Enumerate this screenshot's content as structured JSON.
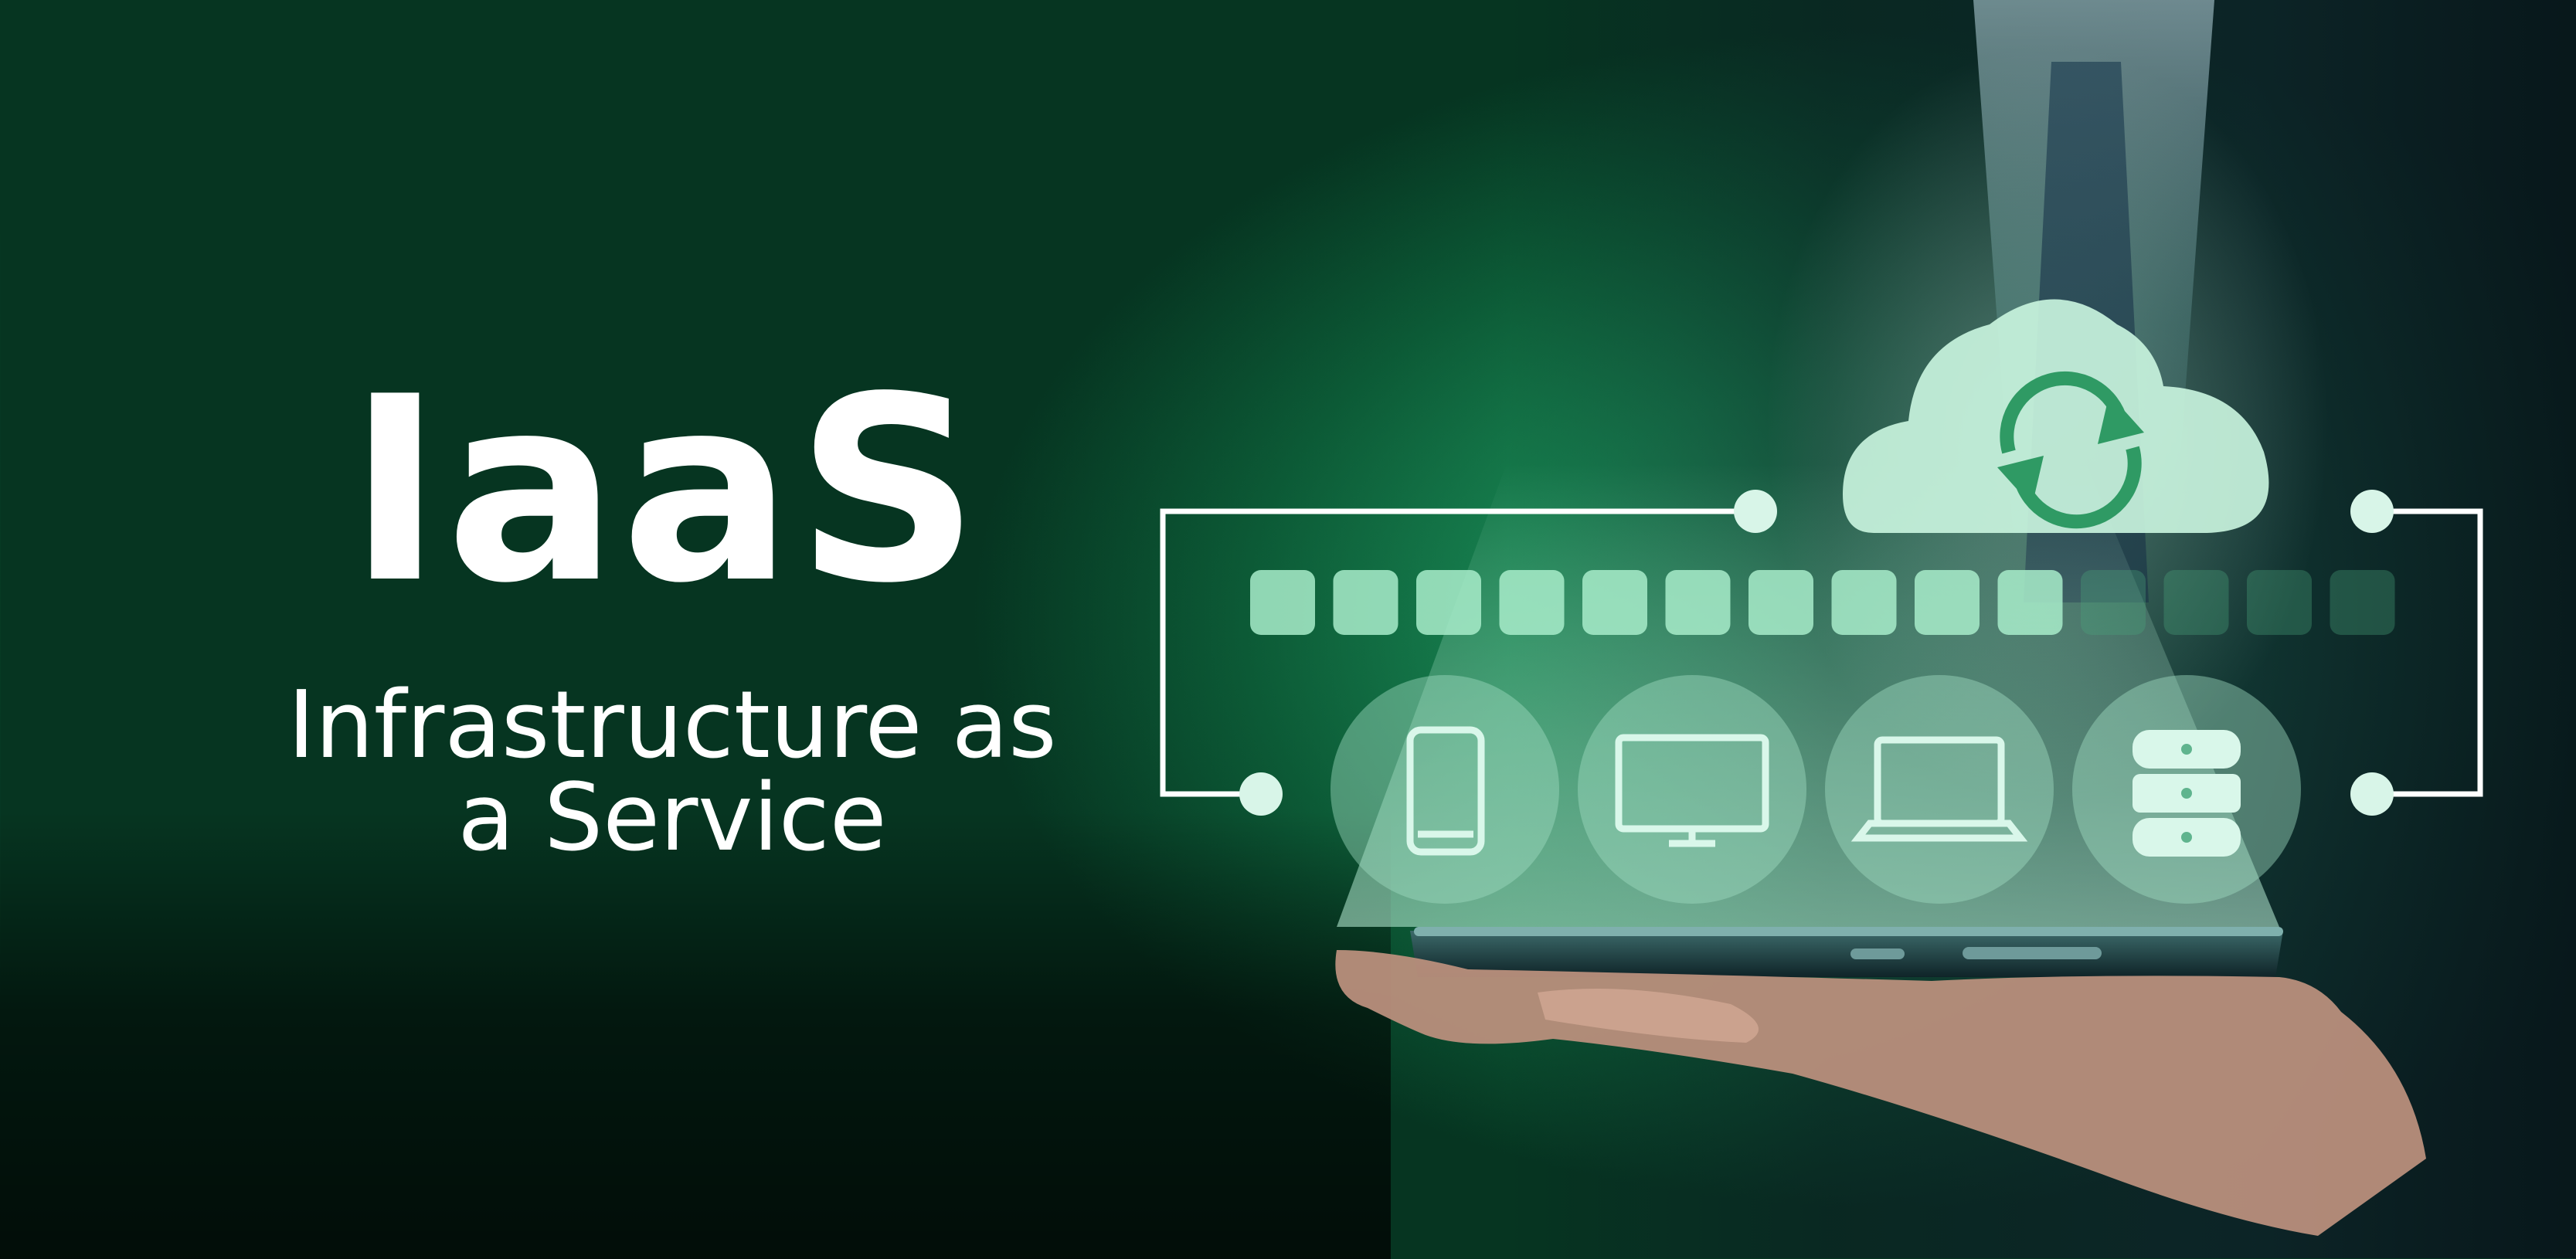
{
  "headline": {
    "title": "IaaS",
    "subtitle_line1": "Infrastructure as",
    "subtitle_line2": "a Service"
  },
  "graphic": {
    "cloud_icon": "cloud-sync-icon",
    "progress": {
      "total_blocks": 14,
      "filled_blocks": 10
    },
    "device_icons": [
      "smartphone-icon",
      "monitor-icon",
      "laptop-icon",
      "database-icon"
    ]
  },
  "colors": {
    "background_green": "#0b7a40",
    "accent_mint": "#8fe8c2",
    "text_white": "#ffffff"
  }
}
